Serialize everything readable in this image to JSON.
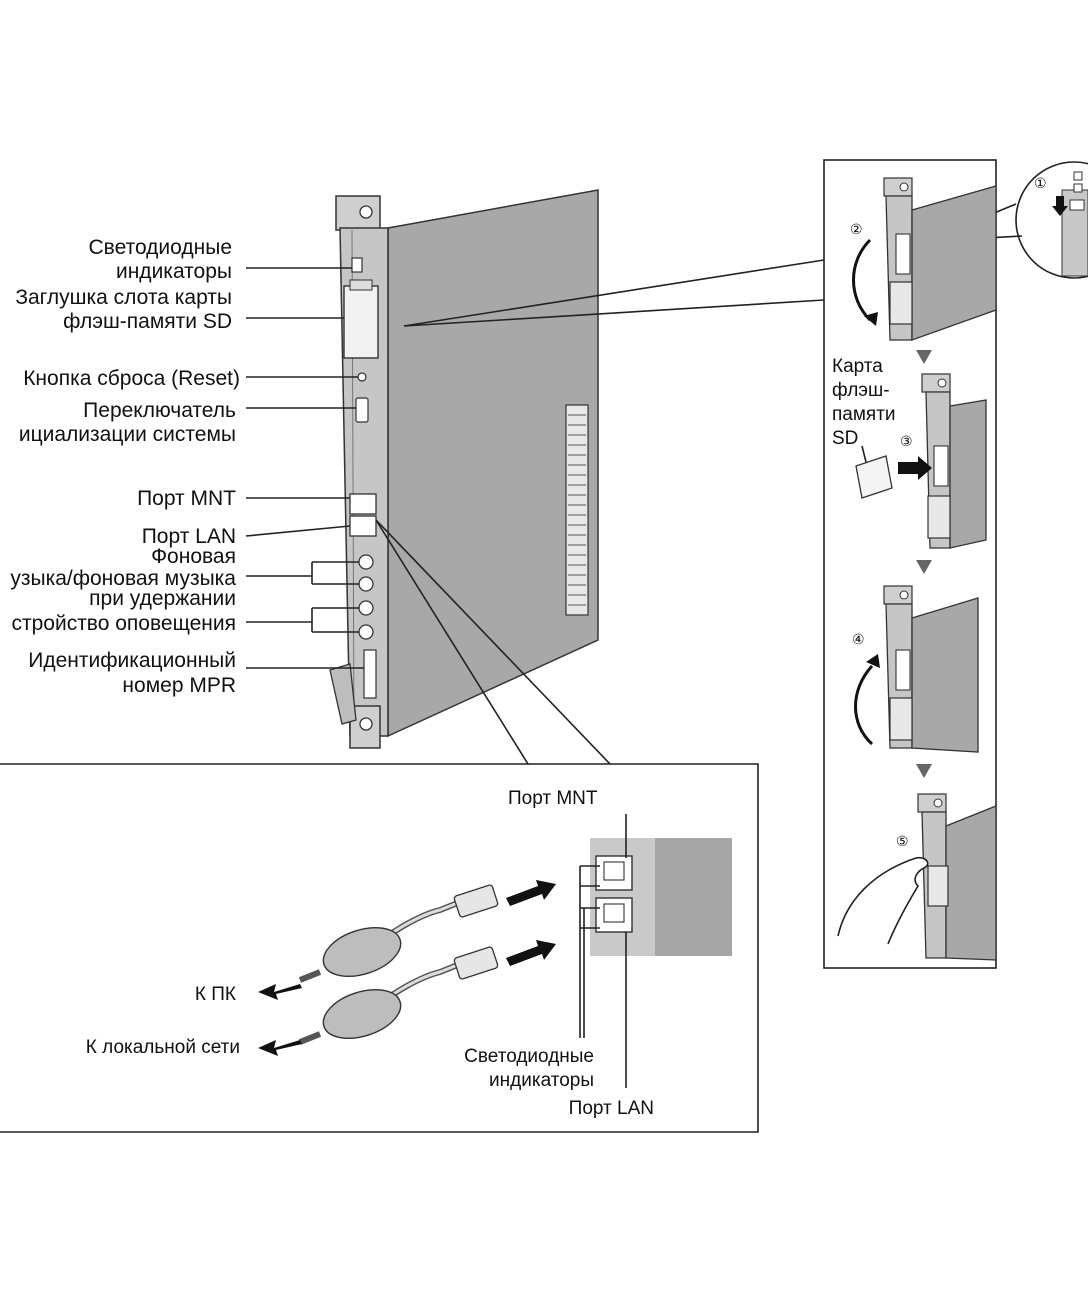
{
  "labels": {
    "led_indicators": [
      "Светодиодные",
      "индикаторы"
    ],
    "sd_slot_cover": [
      "Заглушка слота карты",
      "флэш-памяти SD"
    ],
    "reset_button": "Кнопка сброса (Reset)",
    "system_init_switch": [
      "Переключатель",
      "ициализации системы"
    ],
    "mnt_port": "Порт MNT",
    "lan_port": "Порт LAN",
    "bgm_moh": [
      "Фоновая",
      "узыка/фоновая музыка",
      "при удержании"
    ],
    "paging": "стройство оповещения",
    "mpr_id": [
      "Идентификационный",
      "номер MPR"
    ]
  },
  "detail": {
    "mnt_port": "Порт MNT",
    "to_pc": "К ПК",
    "to_lan": "К локальной сети",
    "leds": [
      "Светодиодные",
      "индикаторы"
    ],
    "lan_port": "Порт LAN"
  },
  "sd_panel": {
    "card_label": [
      "Карта",
      "флэш-",
      "памяти",
      "SD"
    ],
    "steps": [
      "①",
      "②",
      "③",
      "④",
      "⑤"
    ]
  },
  "colors": {
    "board": "#a6a6a6",
    "faceplate": "#c4c4c4",
    "line": "#222222"
  }
}
